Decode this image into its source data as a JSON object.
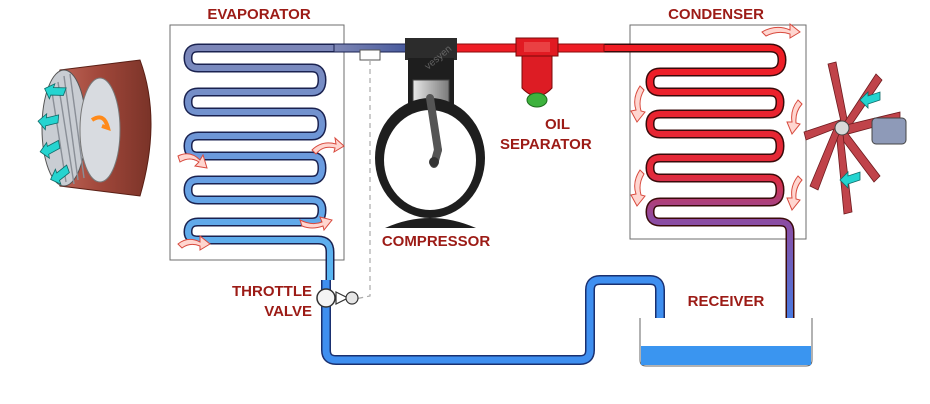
{
  "labels": {
    "evaporator": "EVAPORATOR",
    "condenser": "CONDENSER",
    "compressor": "COMPRESSOR",
    "oil_separator_line1": "OIL",
    "oil_separator_line2": "SEPARATOR",
    "throttle_line1": "THROTTLE",
    "throttle_line2": "VALVE",
    "receiver": "RECEIVER"
  },
  "watermark": "vesyen",
  "colors": {
    "label": "#9c1b16",
    "hot_pipe": "#ee1c24",
    "cold_pipe": "#3f8ff0",
    "suction_pipe": "#5a6fb3",
    "liquid": "#3a95f0",
    "fan_body": "#a0473a"
  },
  "icons": {
    "evaporator_fan": "centrifugal-fan-icon",
    "condenser_fan": "axial-fan-icon",
    "compressor": "piston-compressor-icon",
    "valve": "expansion-valve-icon"
  }
}
